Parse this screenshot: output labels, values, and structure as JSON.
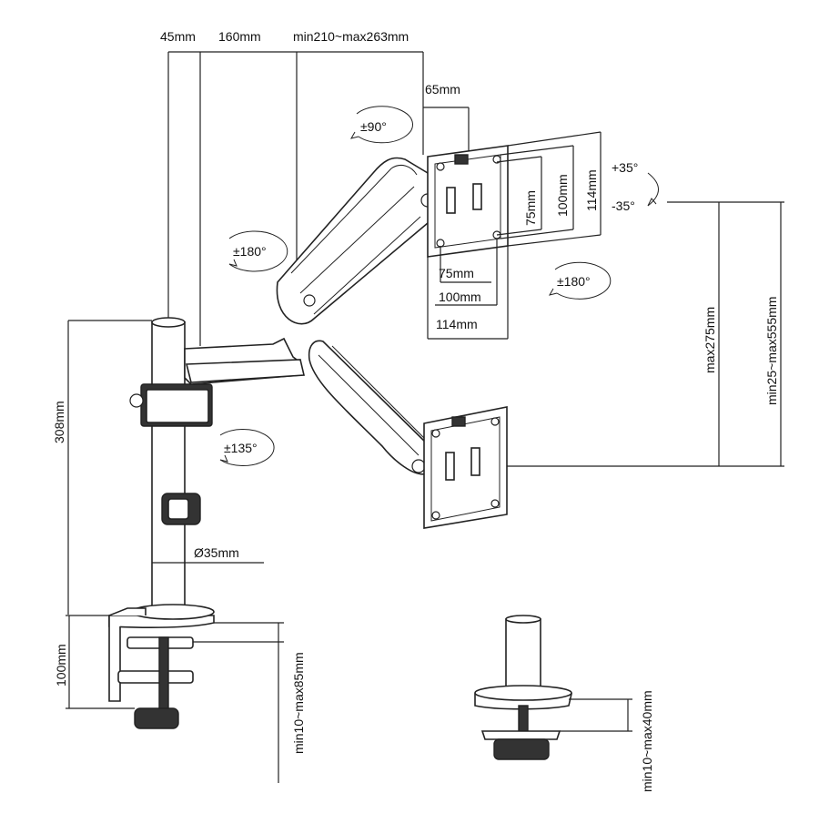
{
  "labels": {
    "pole_offset": "45mm",
    "arm1_length": "160mm",
    "arm2_length": "min210~max263mm",
    "head_offset": "65mm",
    "rotate_90": "±90°",
    "tilt_up": "+35°",
    "tilt_down": "-35°",
    "arm_rotate_180": "±180°",
    "vesa_rotate_180": "±180°",
    "base_rotate_135": "±135°",
    "vesa_h_75": "75mm",
    "vesa_h_100": "100mm",
    "vesa_h_114": "114mm",
    "vesa_v_75": "75mm",
    "vesa_v_100": "100mm",
    "vesa_v_114": "114mm",
    "pole_height": "308mm",
    "pole_diameter": "Ø35mm",
    "clamp_height": "100mm",
    "clamp_range": "min10~max85mm",
    "grommet_range": "min10~max40mm",
    "lift_range": "max275mm",
    "height_range": "min25~max555mm"
  }
}
